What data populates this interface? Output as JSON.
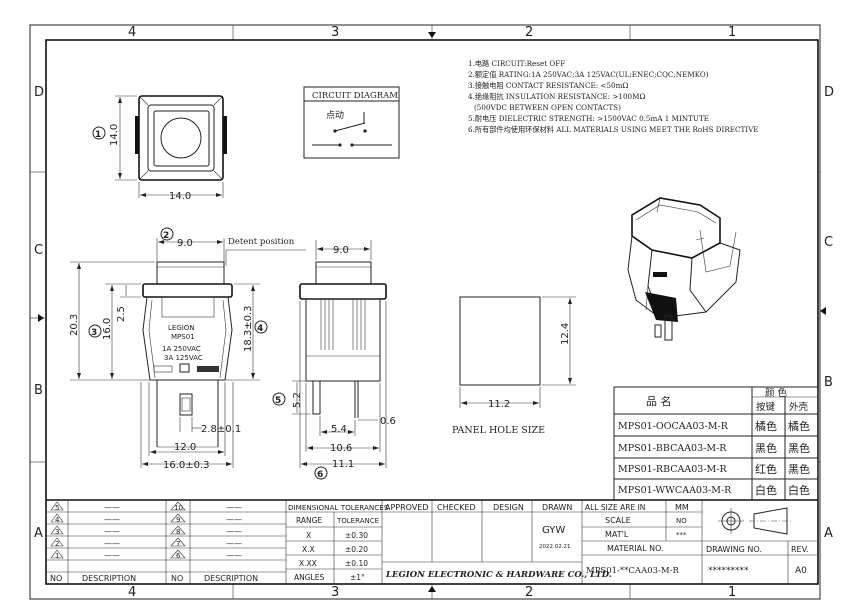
{
  "grid": {
    "columns": [
      "4",
      "3",
      "2",
      "1"
    ],
    "rows": [
      "D",
      "C",
      "B",
      "A"
    ]
  },
  "notes": [
    "1.电路 CIRCUIT:Reset OFF",
    "2.额定值 RATING:1A 250VAC;3A 125VAC(UL;ENEC;CQC;NEMKO)",
    "3.接触电阻 CONTACT RESISTANCE: <50mΩ",
    "4.绝缘阻抗 INSULATION RESISTANCE: >100MΩ",
    "(500VDC BETWEEN OPEN CONTACTS)",
    "5.耐电压 DIELECTRIC STRENGTH: >1500VAC 0.5mA 1 MINTUTE",
    "6.所有部件均使用环保材料 ALL MATERIALS USING MEET THE RoHS DIRECTIVE"
  ],
  "circuit": {
    "title": "CIRCUIT DIAGRAM",
    "label": "点动"
  },
  "callouts": [
    "1",
    "2",
    "3",
    "4",
    "5",
    "6"
  ],
  "dims": {
    "top_height": "14.0",
    "top_width": "14.0",
    "front_top": "9.0",
    "detent": "Detent position",
    "h_20_3": "20.3",
    "h_16_0": "16.0",
    "h_2_5": "2.5",
    "h_18_3": "18.3±0.3",
    "w_2_8": "2.8±0.1",
    "w_12_0": "12.0",
    "w_16_0": "16.0±0.3",
    "side_top": "9.0",
    "h_5_2": "5.2",
    "w_5_4": "5.4",
    "w_0_6": "0.6",
    "w_10_6": "10.6",
    "w_11_1": "11.1",
    "panel_h": "12.4",
    "panel_w": "11.2"
  },
  "body_print": [
    "LEGION",
    "MPS01",
    "1A 250VAC",
    "3A 125VAC"
  ],
  "panel_label": "PANEL HOLE SIZE",
  "color_table": {
    "name_header": "品    名",
    "color_header": "颜    色",
    "sub_button": "按键",
    "sub_shell": "外壳",
    "rows": [
      {
        "part": "MPS01-OOCAA03-M-R",
        "button": "橘色",
        "shell": "橘色"
      },
      {
        "part": "MPS01-BBCAA03-M-R",
        "button": "黑色",
        "shell": "黑色"
      },
      {
        "part": "MPS01-RBCAA03-M-R",
        "button": "红色",
        "shell": "黑色"
      },
      {
        "part": "MPS01-WWCAA03-M-R",
        "button": "白色",
        "shell": "白色"
      }
    ]
  },
  "title_block": {
    "rev_numbers_left": [
      "5",
      "4",
      "3",
      "2",
      "1"
    ],
    "rev_numbers_right": [
      "10",
      "9",
      "8",
      "7",
      "6"
    ],
    "dash": "——",
    "no": "NO",
    "description": "DESCRIPTION",
    "tolerances_header": "DIMENSIONAL TOLERANCES",
    "range": "RANGE",
    "tolerance": "TOLERANCE",
    "tol_rows": [
      {
        "range": "X",
        "tol": "±0.30"
      },
      {
        "range": "X.X",
        "tol": "±0.20"
      },
      {
        "range": "X.XX",
        "tol": "±0.10"
      },
      {
        "range": "ANGLES",
        "tol": "±1°"
      }
    ],
    "approved": "APPROVED",
    "checked": "CHECKED",
    "design": "DESIGN",
    "drawn": "DRAWN",
    "drawn_by": "GYW",
    "date": "2022.02.21",
    "company": "LEGION ELECTRONIC & HARDWARE CO., LTD.",
    "all_size": "ALL SIZE ARE IN",
    "unit": "MM",
    "scale_label": "SCALE",
    "scale": "NO",
    "matl_label": "MAT'L",
    "matl": "***",
    "material_no_label": "MATERIAL NO.",
    "material_no": "MPS01-**CAA03-M-R",
    "drawing_no_label": "DRAWING NO.",
    "drawing_no": "*********",
    "rev_label": "REV.",
    "rev": "A0"
  }
}
